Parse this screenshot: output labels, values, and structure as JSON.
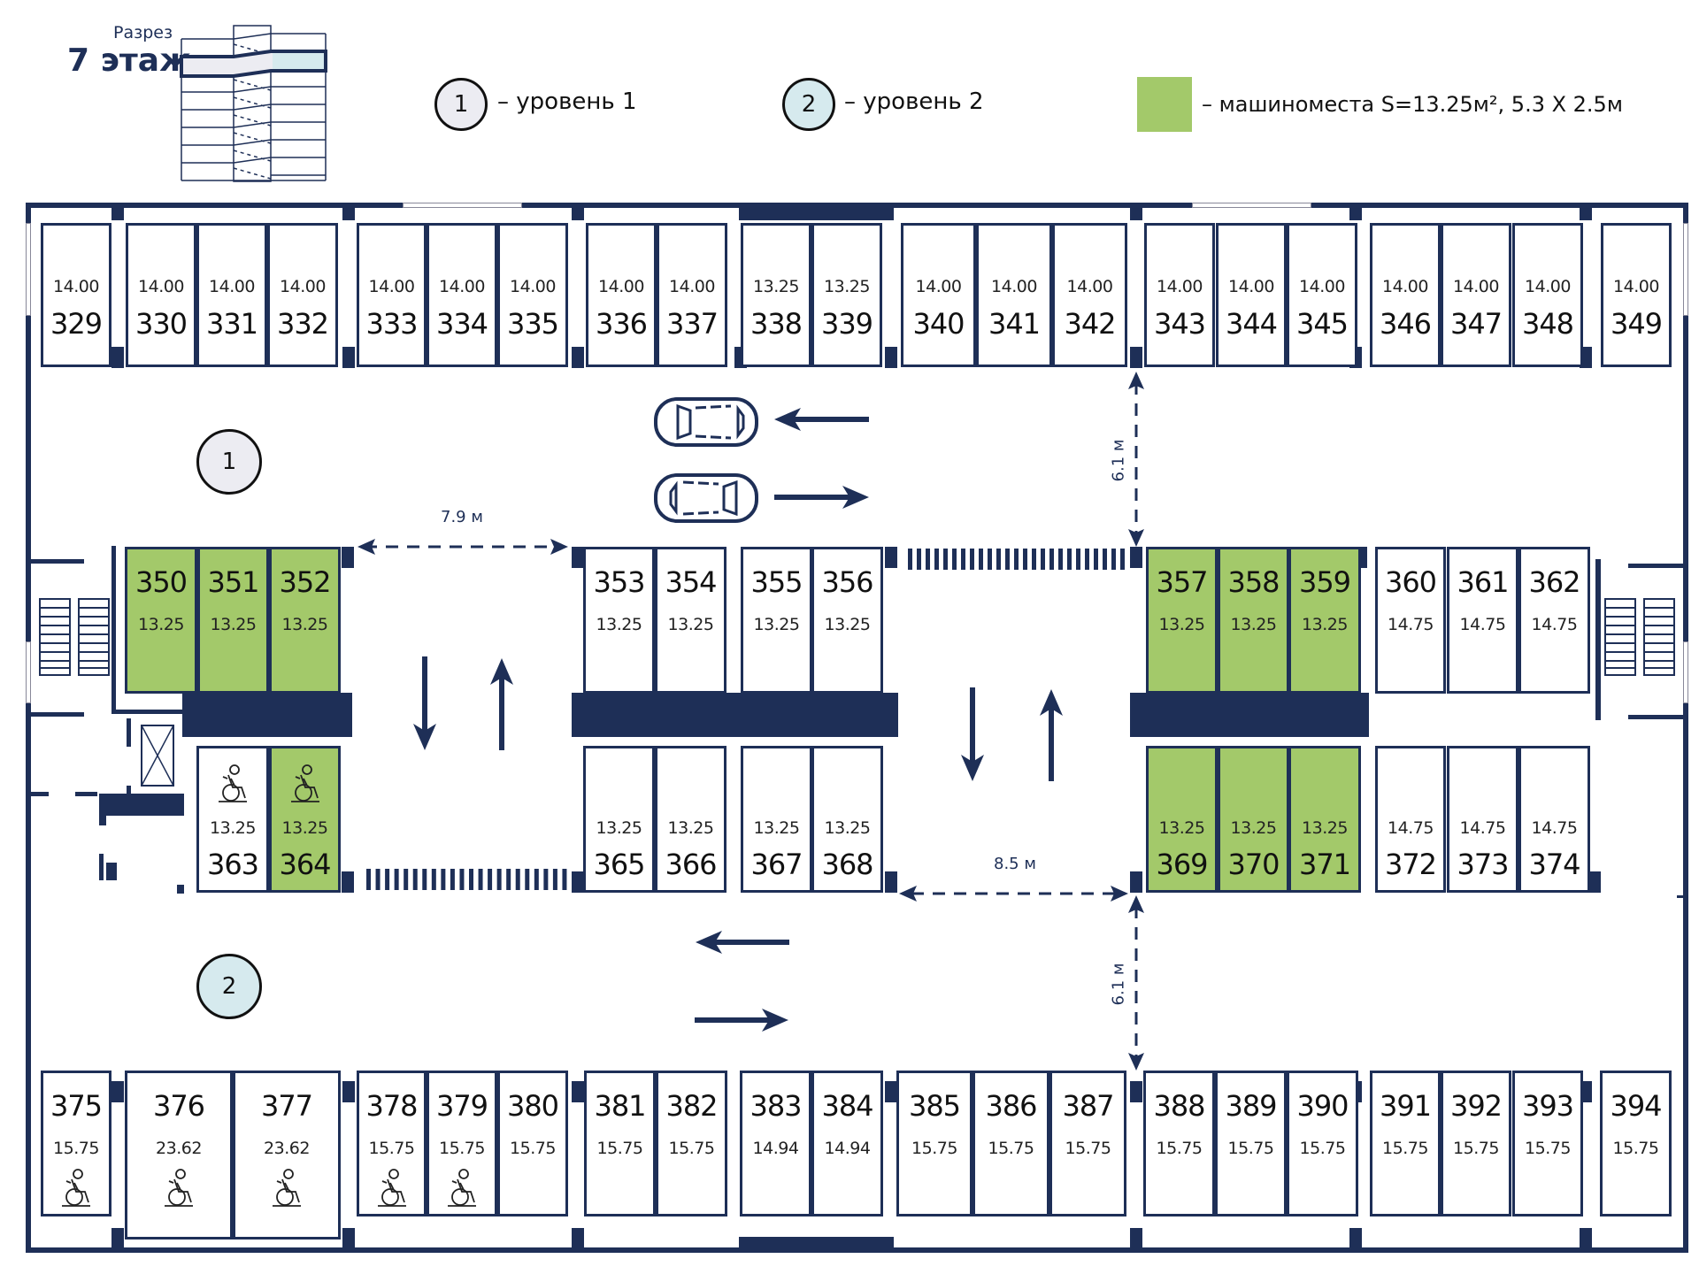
{
  "header": {
    "section_label": "Разрез",
    "floor_label": "7 этаж"
  },
  "legend": [
    {
      "badge": "1",
      "text": "– уровень 1",
      "color": "#ececf2"
    },
    {
      "badge": "2",
      "text": "– уровень 2",
      "color": "#d6eaee"
    },
    {
      "swatch_color": "#a3c96a",
      "text": "– машиноместа S=13.25м², 5.3 X 2.5м"
    }
  ],
  "levels": {
    "level1": "1",
    "level2": "2"
  },
  "dimensions": {
    "upper_aisle_width": "7.9 м",
    "lower_aisle_width": "8.5 м",
    "upper_drive_depth": "6.1 м",
    "lower_drive_depth": "6.1 м"
  },
  "colors": {
    "wall": "#1e2f57",
    "highlight": "#a3c96a"
  },
  "spots": {
    "top_row": [
      {
        "num": "329",
        "area": "14.00"
      },
      {
        "num": "330",
        "area": "14.00"
      },
      {
        "num": "331",
        "area": "14.00"
      },
      {
        "num": "332",
        "area": "14.00"
      },
      {
        "num": "333",
        "area": "14.00"
      },
      {
        "num": "334",
        "area": "14.00"
      },
      {
        "num": "335",
        "area": "14.00"
      },
      {
        "num": "336",
        "area": "14.00"
      },
      {
        "num": "337",
        "area": "14.00"
      },
      {
        "num": "338",
        "area": "13.25"
      },
      {
        "num": "339",
        "area": "13.25"
      },
      {
        "num": "340",
        "area": "14.00"
      },
      {
        "num": "341",
        "area": "14.00"
      },
      {
        "num": "342",
        "area": "14.00"
      },
      {
        "num": "343",
        "area": "14.00"
      },
      {
        "num": "344",
        "area": "14.00"
      },
      {
        "num": "345",
        "area": "14.00"
      },
      {
        "num": "346",
        "area": "14.00"
      },
      {
        "num": "347",
        "area": "14.00"
      },
      {
        "num": "348",
        "area": "14.00"
      },
      {
        "num": "349",
        "area": "14.00"
      }
    ],
    "mid_upper_row": [
      {
        "num": "350",
        "area": "13.25",
        "highlight": true
      },
      {
        "num": "351",
        "area": "13.25",
        "highlight": true
      },
      {
        "num": "352",
        "area": "13.25",
        "highlight": true
      },
      {
        "num": "353",
        "area": "13.25"
      },
      {
        "num": "354",
        "area": "13.25"
      },
      {
        "num": "355",
        "area": "13.25"
      },
      {
        "num": "356",
        "area": "13.25"
      },
      {
        "num": "357",
        "area": "13.25",
        "highlight": true
      },
      {
        "num": "358",
        "area": "13.25",
        "highlight": true
      },
      {
        "num": "359",
        "area": "13.25",
        "highlight": true
      },
      {
        "num": "360",
        "area": "14.75"
      },
      {
        "num": "361",
        "area": "14.75"
      },
      {
        "num": "362",
        "area": "14.75"
      }
    ],
    "mid_lower_row": [
      {
        "num": "363",
        "area": "13.25",
        "accessible": true
      },
      {
        "num": "364",
        "area": "13.25",
        "accessible": true,
        "highlight": true
      },
      {
        "num": "365",
        "area": "13.25"
      },
      {
        "num": "366",
        "area": "13.25"
      },
      {
        "num": "367",
        "area": "13.25"
      },
      {
        "num": "368",
        "area": "13.25"
      },
      {
        "num": "369",
        "area": "13.25",
        "highlight": true
      },
      {
        "num": "370",
        "area": "13.25",
        "highlight": true
      },
      {
        "num": "371",
        "area": "13.25",
        "highlight": true
      },
      {
        "num": "372",
        "area": "14.75"
      },
      {
        "num": "373",
        "area": "14.75"
      },
      {
        "num": "374",
        "area": "14.75"
      }
    ],
    "bottom_row": [
      {
        "num": "375",
        "area": "15.75",
        "accessible": true
      },
      {
        "num": "376",
        "area": "23.62",
        "accessible": true
      },
      {
        "num": "377",
        "area": "23.62",
        "accessible": true
      },
      {
        "num": "378",
        "area": "15.75",
        "accessible": true
      },
      {
        "num": "379",
        "area": "15.75",
        "accessible": true
      },
      {
        "num": "380",
        "area": "15.75"
      },
      {
        "num": "381",
        "area": "15.75"
      },
      {
        "num": "382",
        "area": "15.75"
      },
      {
        "num": "383",
        "area": "14.94"
      },
      {
        "num": "384",
        "area": "14.94"
      },
      {
        "num": "385",
        "area": "15.75"
      },
      {
        "num": "386",
        "area": "15.75"
      },
      {
        "num": "387",
        "area": "15.75"
      },
      {
        "num": "388",
        "area": "15.75"
      },
      {
        "num": "389",
        "area": "15.75"
      },
      {
        "num": "390",
        "area": "15.75"
      },
      {
        "num": "391",
        "area": "15.75"
      },
      {
        "num": "392",
        "area": "15.75"
      },
      {
        "num": "393",
        "area": "15.75"
      },
      {
        "num": "394",
        "area": "15.75"
      }
    ]
  }
}
